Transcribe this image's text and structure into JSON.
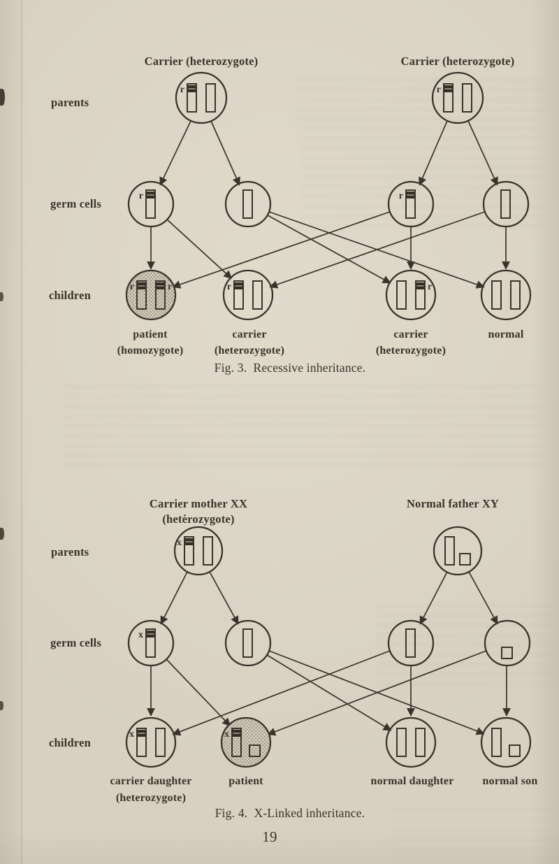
{
  "page": {
    "number": "19"
  },
  "colors": {
    "paper": "#d8d1c2",
    "ink": "#3a332b"
  },
  "fig3": {
    "header_left": "Carrier (heterozygote)",
    "header_right": "Carrier (heterozygote)",
    "rows": {
      "parents": "parents",
      "germ_cells": "germ cells",
      "children": "children"
    },
    "allele": "r",
    "children_labels": [
      [
        "patient",
        "(homozygote)"
      ],
      [
        "carrier",
        "(heterozygote)"
      ],
      [
        "carrier",
        "(heterozygote)"
      ],
      [
        "normal"
      ]
    ],
    "caption": "Fig. 3.  Recessive inheritance."
  },
  "fig4": {
    "header_left_line1": "Carrier mother XX",
    "header_left_line2": "(hetėrozygote)",
    "header_right": "Normal father XY",
    "rows": {
      "parents": "parents",
      "germ_cells": "germ cells",
      "children": "children"
    },
    "allele": "x",
    "children_labels": [
      [
        "carrier daughter",
        "(heterozygote)"
      ],
      [
        "patient"
      ],
      [
        "normal daughter"
      ],
      [
        "normal son"
      ]
    ],
    "caption": "Fig. 4.  X-Linked inheritance."
  }
}
